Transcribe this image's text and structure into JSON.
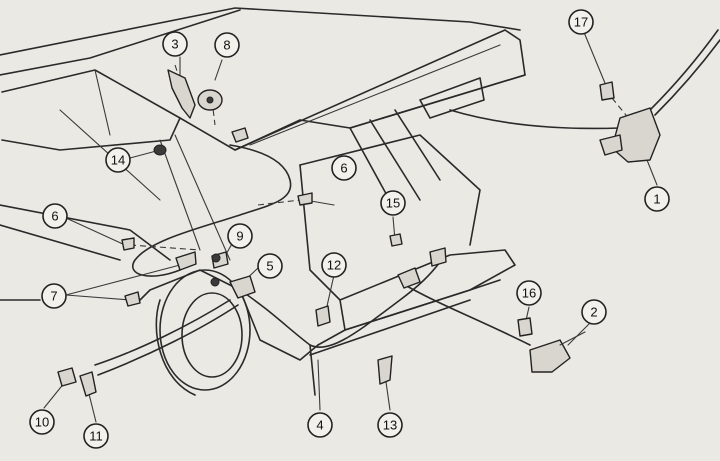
{
  "callouts": [
    {
      "id": "c1",
      "label": "1"
    },
    {
      "id": "c2",
      "label": "2"
    },
    {
      "id": "c3",
      "label": "3"
    },
    {
      "id": "c4",
      "label": "4"
    },
    {
      "id": "c5",
      "label": "5"
    },
    {
      "id": "c6a",
      "label": "6"
    },
    {
      "id": "c6b",
      "label": "6"
    },
    {
      "id": "c7",
      "label": "7"
    },
    {
      "id": "c8",
      "label": "8"
    },
    {
      "id": "c9",
      "label": "9"
    },
    {
      "id": "c10",
      "label": "10"
    },
    {
      "id": "c11",
      "label": "11"
    },
    {
      "id": "c12",
      "label": "12"
    },
    {
      "id": "c13",
      "label": "13"
    },
    {
      "id": "c14",
      "label": "14"
    },
    {
      "id": "c15",
      "label": "15"
    },
    {
      "id": "c16",
      "label": "16"
    },
    {
      "id": "c17",
      "label": "17"
    }
  ]
}
